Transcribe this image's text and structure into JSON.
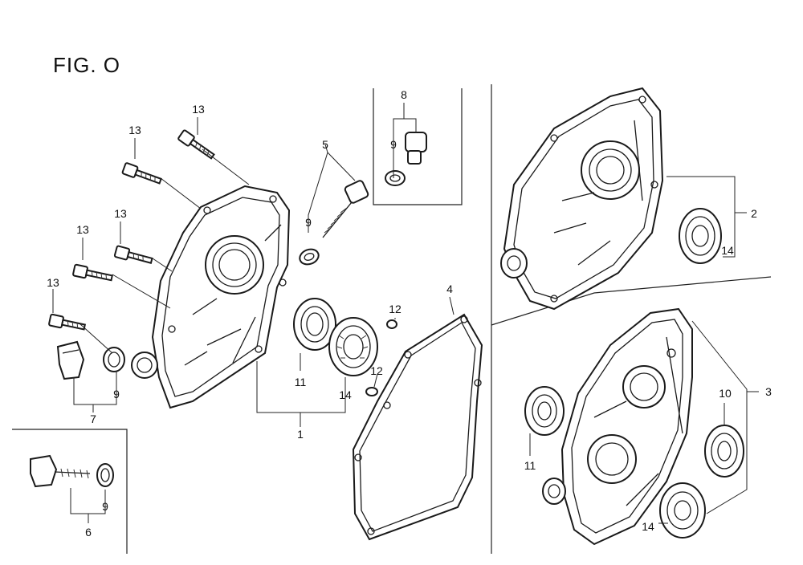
{
  "figure": {
    "title": "FIG. O"
  },
  "callouts": {
    "c13a": "13",
    "c13b": "13",
    "c13c": "13",
    "c13d": "13",
    "c13e": "13",
    "c5": "5",
    "c9a": "9",
    "c8": "8",
    "c9b": "9",
    "c2": "2",
    "c14a": "14",
    "c4": "4",
    "c12a": "12",
    "c12b": "12",
    "c11a": "11",
    "c14b": "14",
    "c1": "1",
    "c9c": "9",
    "c7": "7",
    "c3": "3",
    "c10": "10",
    "c11b": "11",
    "c14c": "14",
    "c9d": "9",
    "c6": "6"
  }
}
